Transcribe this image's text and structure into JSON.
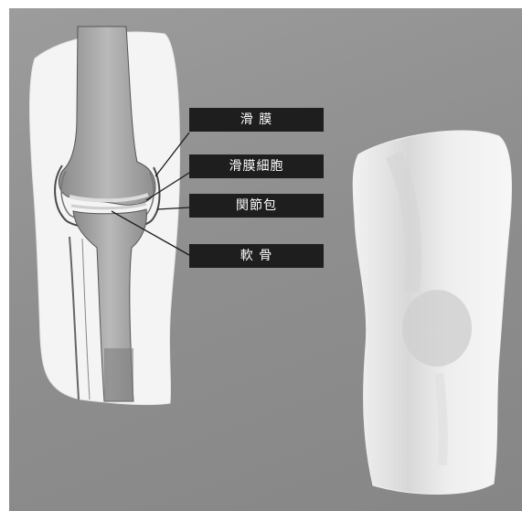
{
  "labels": {
    "synovium": "滑 膜",
    "synovial_cells": "滑膜細胞",
    "joint_capsule": "関節包",
    "cartilage": "軟 骨"
  }
}
